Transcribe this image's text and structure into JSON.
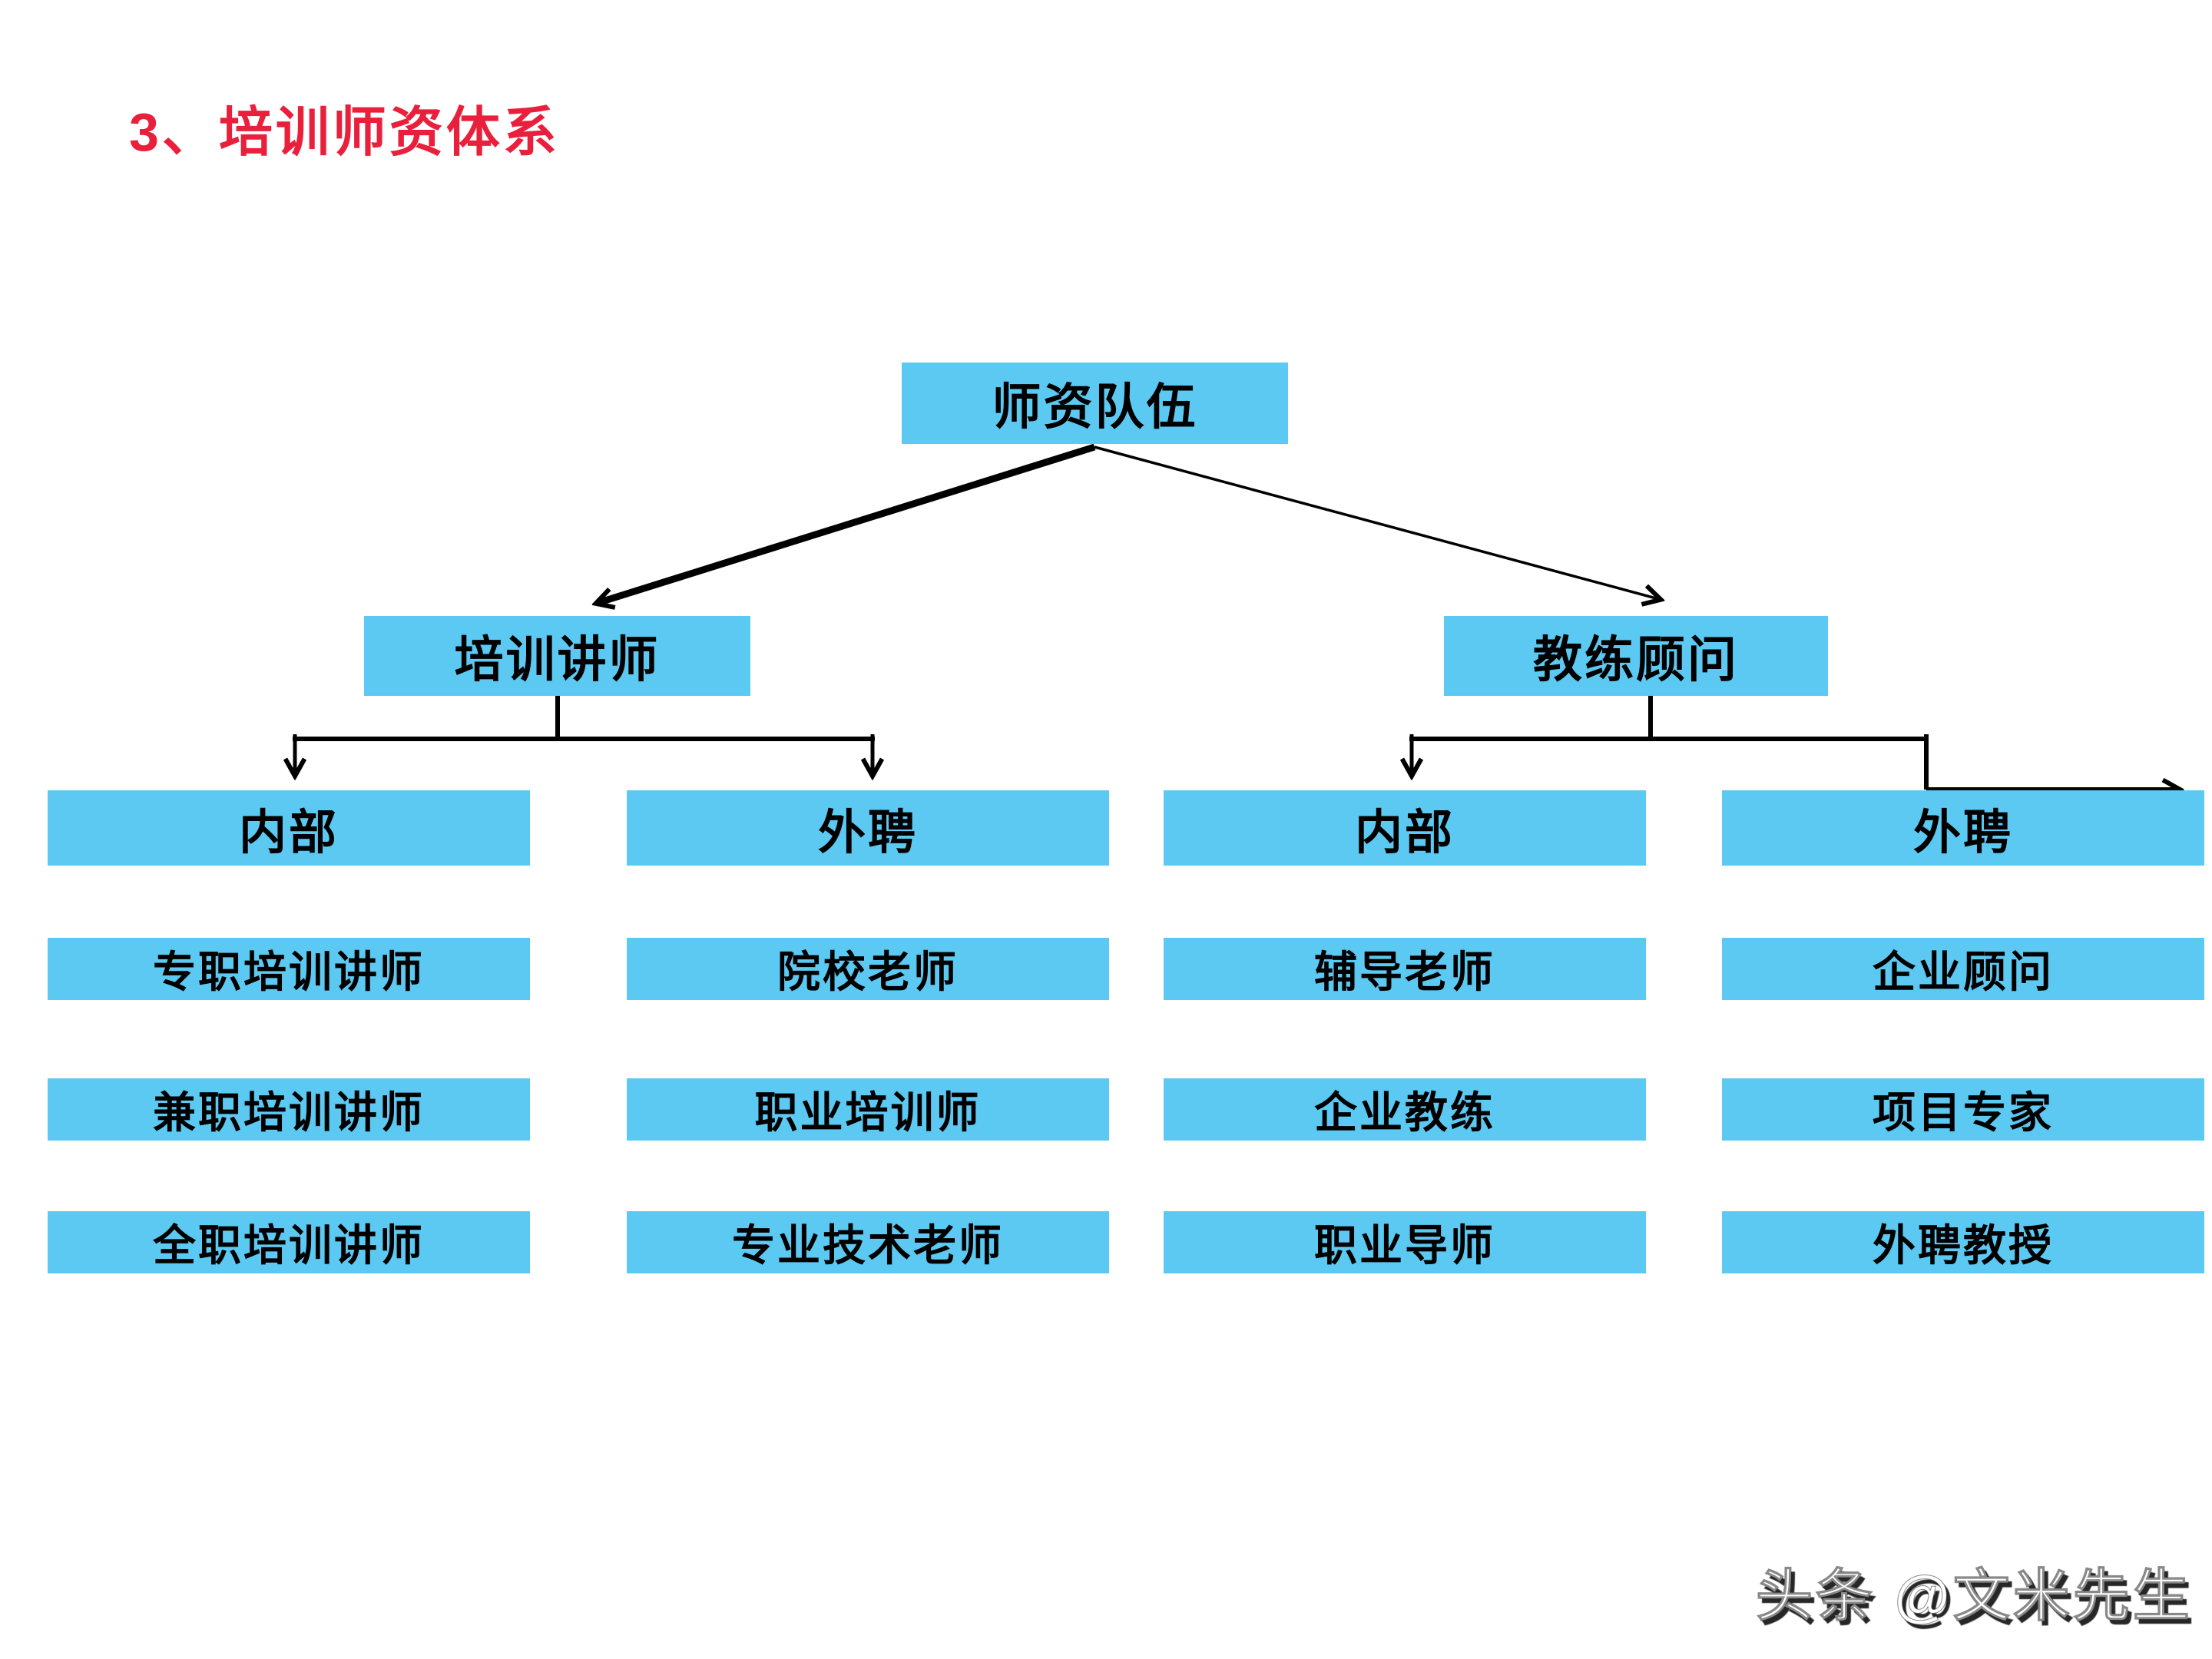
{
  "title": "3、培训师资体系",
  "watermark": "头条 @文米先生",
  "colors": {
    "box_fill": "#5CC9F3",
    "title": "#E9203C",
    "line": "#000000"
  },
  "tree": {
    "root": "师资队伍",
    "branches": [
      {
        "label": "培训讲师",
        "groups": [
          {
            "label": "内部",
            "items": [
              "专职培训讲师",
              "兼职培训讲师",
              "全职培训讲师"
            ]
          },
          {
            "label": "外聘",
            "items": [
              "院校老师",
              "职业培训师",
              "专业技术老师"
            ]
          }
        ]
      },
      {
        "label": "教练顾问",
        "groups": [
          {
            "label": "内部",
            "items": [
              "辅导老师",
              "企业教练",
              "职业导师"
            ]
          },
          {
            "label": "外聘",
            "items": [
              "企业顾问",
              "项目专家",
              "外聘教授"
            ]
          }
        ]
      }
    ]
  }
}
